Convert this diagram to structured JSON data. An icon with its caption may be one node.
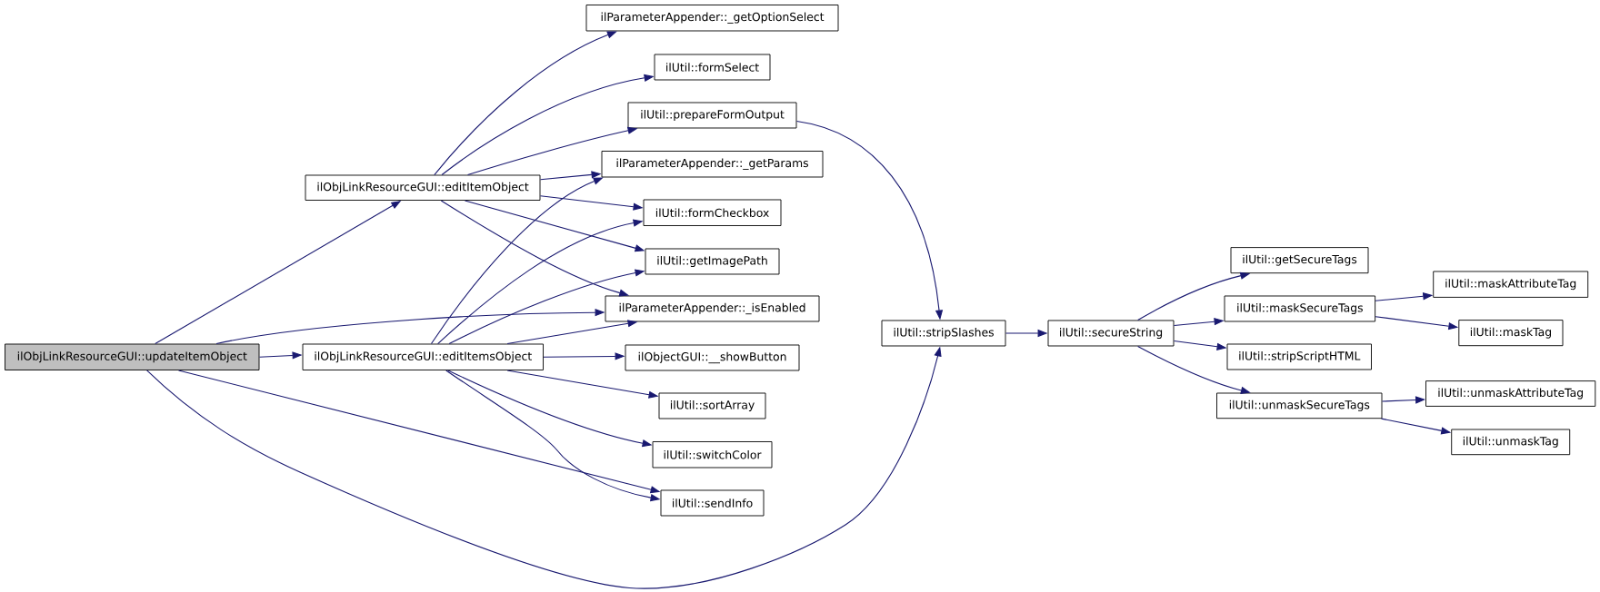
{
  "diagram": {
    "nodes": [
      {
        "text": [
          "ilObjLinkResourceGUI::updateItemObject"
        ]
      },
      {
        "text": [
          "ilObjLinkResourceGUI::editItemObject"
        ]
      },
      {
        "text": [
          "ilObjLinkResourceGUI::editItemsObject"
        ]
      },
      {
        "text": [
          "ilParameterAppender::_getOptionSelect"
        ]
      },
      {
        "text": [
          "ilUtil::formSelect"
        ]
      },
      {
        "text": [
          "ilUtil::prepareFormOutput"
        ]
      },
      {
        "text": [
          "ilParameterAppender::_getParams"
        ]
      },
      {
        "text": [
          "ilUtil::formCheckbox"
        ]
      },
      {
        "text": [
          "ilUtil::getImagePath"
        ]
      },
      {
        "text": [
          "ilParameterAppender::_isEnabled"
        ]
      },
      {
        "text": [
          "ilObjectGUI::__showButton"
        ]
      },
      {
        "text": [
          "ilUtil::sortArray"
        ]
      },
      {
        "text": [
          "ilUtil::switchColor"
        ]
      },
      {
        "text": [
          "ilUtil::sendInfo"
        ]
      },
      {
        "text": [
          "ilUtil::stripSlashes"
        ]
      },
      {
        "text": [
          "ilUtil::secureString"
        ]
      },
      {
        "text": [
          "ilUtil::getSecureTags"
        ]
      },
      {
        "text": [
          "ilUtil::maskSecureTags"
        ]
      },
      {
        "text": [
          "ilUtil::stripScriptHTML"
        ]
      },
      {
        "text": [
          "ilUtil::unmaskSecureTags"
        ]
      },
      {
        "text": [
          "ilUtil::maskAttributeTag"
        ]
      },
      {
        "text": [
          "ilUtil::maskTag"
        ]
      },
      {
        "text": [
          "ilUtil::unmaskAttributeTag"
        ]
      },
      {
        "text": [
          "ilUtil::unmaskTag"
        ]
      }
    ],
    "edges": [
      {
        "from": 0,
        "to": 1,
        "arrow": "to"
      },
      {
        "from": 0,
        "to": 2,
        "arrow": "to"
      },
      {
        "from": 0,
        "to": 9,
        "arrow": "to"
      },
      {
        "from": 0,
        "to": 13,
        "arrow": "to"
      },
      {
        "from": 0,
        "to": 14,
        "arrow": "to"
      },
      {
        "from": 1,
        "to": 3,
        "arrow": "to"
      },
      {
        "from": 1,
        "to": 4,
        "arrow": "to"
      },
      {
        "from": 1,
        "to": 5,
        "arrow": "to"
      },
      {
        "from": 1,
        "to": 6,
        "arrow": "to"
      },
      {
        "from": 1,
        "to": 7,
        "arrow": "to"
      },
      {
        "from": 1,
        "to": 8,
        "arrow": "to"
      },
      {
        "from": 1,
        "to": 9,
        "arrow": "to"
      },
      {
        "from": 2,
        "to": 6,
        "arrow": "to"
      },
      {
        "from": 2,
        "to": 7,
        "arrow": "to"
      },
      {
        "from": 2,
        "to": 8,
        "arrow": "to"
      },
      {
        "from": 2,
        "to": 9,
        "arrow": "to"
      },
      {
        "from": 2,
        "to": 10,
        "arrow": "to"
      },
      {
        "from": 2,
        "to": 11,
        "arrow": "to"
      },
      {
        "from": 2,
        "to": 12,
        "arrow": "to"
      },
      {
        "from": 2,
        "to": 13,
        "arrow": "to"
      },
      {
        "from": 5,
        "to": 14,
        "arrow": "to"
      },
      {
        "from": 14,
        "to": 15,
        "arrow": "to"
      },
      {
        "from": 15,
        "to": 16,
        "arrow": "to"
      },
      {
        "from": 15,
        "to": 17,
        "arrow": "to"
      },
      {
        "from": 15,
        "to": 18,
        "arrow": "to"
      },
      {
        "from": 15,
        "to": 19,
        "arrow": "to"
      },
      {
        "from": 17,
        "to": 20,
        "arrow": "to"
      },
      {
        "from": 17,
        "to": 21,
        "arrow": "to"
      },
      {
        "from": 19,
        "to": 22,
        "arrow": "to"
      },
      {
        "from": 19,
        "to": 23,
        "arrow": "to"
      }
    ]
  }
}
